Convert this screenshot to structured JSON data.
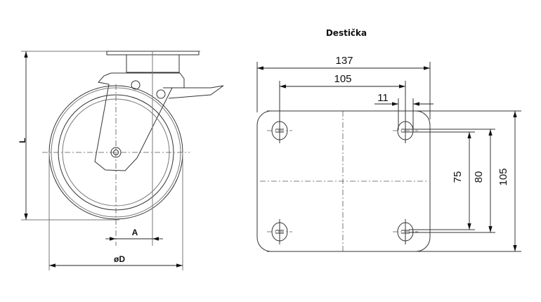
{
  "caster_view": {
    "labels": {
      "height": "L",
      "offset": "A",
      "diameter": "øD"
    }
  },
  "plate_view": {
    "title": "Destička",
    "dimensions": {
      "plate_width": "137",
      "hole_spacing_x": "105",
      "slot_width": "11",
      "hole_spacing_y_min": "75",
      "hole_spacing_y_max": "80",
      "plate_length": "105"
    }
  }
}
